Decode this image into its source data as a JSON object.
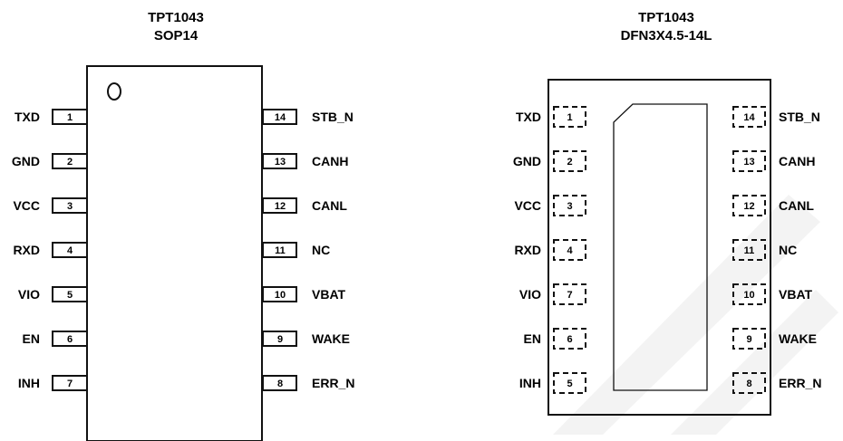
{
  "sop": {
    "title_line1": "TPT1043",
    "title_line2": "SOP14",
    "left_pins": [
      {
        "num": "1",
        "name": "TXD"
      },
      {
        "num": "2",
        "name": "GND"
      },
      {
        "num": "3",
        "name": "VCC"
      },
      {
        "num": "4",
        "name": "RXD"
      },
      {
        "num": "5",
        "name": "VIO"
      },
      {
        "num": "6",
        "name": "EN"
      },
      {
        "num": "7",
        "name": "INH"
      }
    ],
    "right_pins": [
      {
        "num": "14",
        "name": "STB_N"
      },
      {
        "num": "13",
        "name": "CANH"
      },
      {
        "num": "12",
        "name": "CANL"
      },
      {
        "num": "11",
        "name": "NC"
      },
      {
        "num": "10",
        "name": "VBAT"
      },
      {
        "num": "9",
        "name": "WAKE"
      },
      {
        "num": "8",
        "name": "ERR_N"
      }
    ]
  },
  "dfn": {
    "title_line1": "TPT1043",
    "title_line2": "DFN3X4.5-14L",
    "left_pins": [
      {
        "num": "1",
        "name": "TXD"
      },
      {
        "num": "2",
        "name": "GND"
      },
      {
        "num": "3",
        "name": "VCC"
      },
      {
        "num": "4",
        "name": "RXD"
      },
      {
        "num": "7",
        "name": "VIO"
      },
      {
        "num": "6",
        "name": "EN"
      },
      {
        "num": "5",
        "name": "INH"
      }
    ],
    "right_pins": [
      {
        "num": "14",
        "name": "STB_N"
      },
      {
        "num": "13",
        "name": "CANH"
      },
      {
        "num": "12",
        "name": "CANL"
      },
      {
        "num": "11",
        "name": "NC"
      },
      {
        "num": "10",
        "name": "VBAT"
      },
      {
        "num": "9",
        "name": "WAKE"
      },
      {
        "num": "8",
        "name": "ERR_N"
      }
    ]
  },
  "colors": {
    "stroke": "#111111",
    "watermark": "#f2f2f2"
  }
}
